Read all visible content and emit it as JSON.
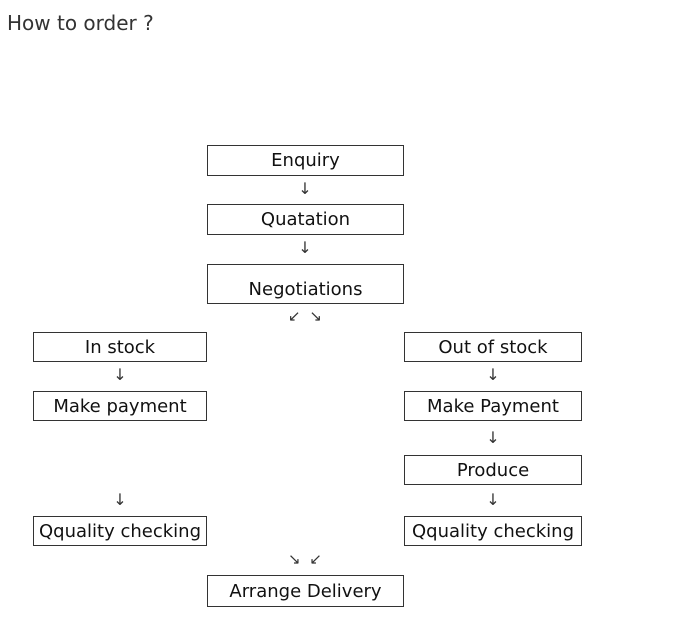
{
  "title": "How to order ?",
  "nodes": {
    "enquiry": "Enquiry",
    "quatation": "Quatation",
    "negotiations": "Negotiations",
    "in_stock": "In stock",
    "out_of_stock": "Out of stock",
    "make_payment_left": "Make payment",
    "make_payment_right": "Make Payment",
    "produce": "Produce",
    "quality_left": "Qquality checking",
    "quality_right": "Qquality checking",
    "arrange_delivery": "Arrange Delivery"
  },
  "arrows": {
    "down": "↓",
    "split": "↙ ↘",
    "merge": "↘ ↙"
  }
}
